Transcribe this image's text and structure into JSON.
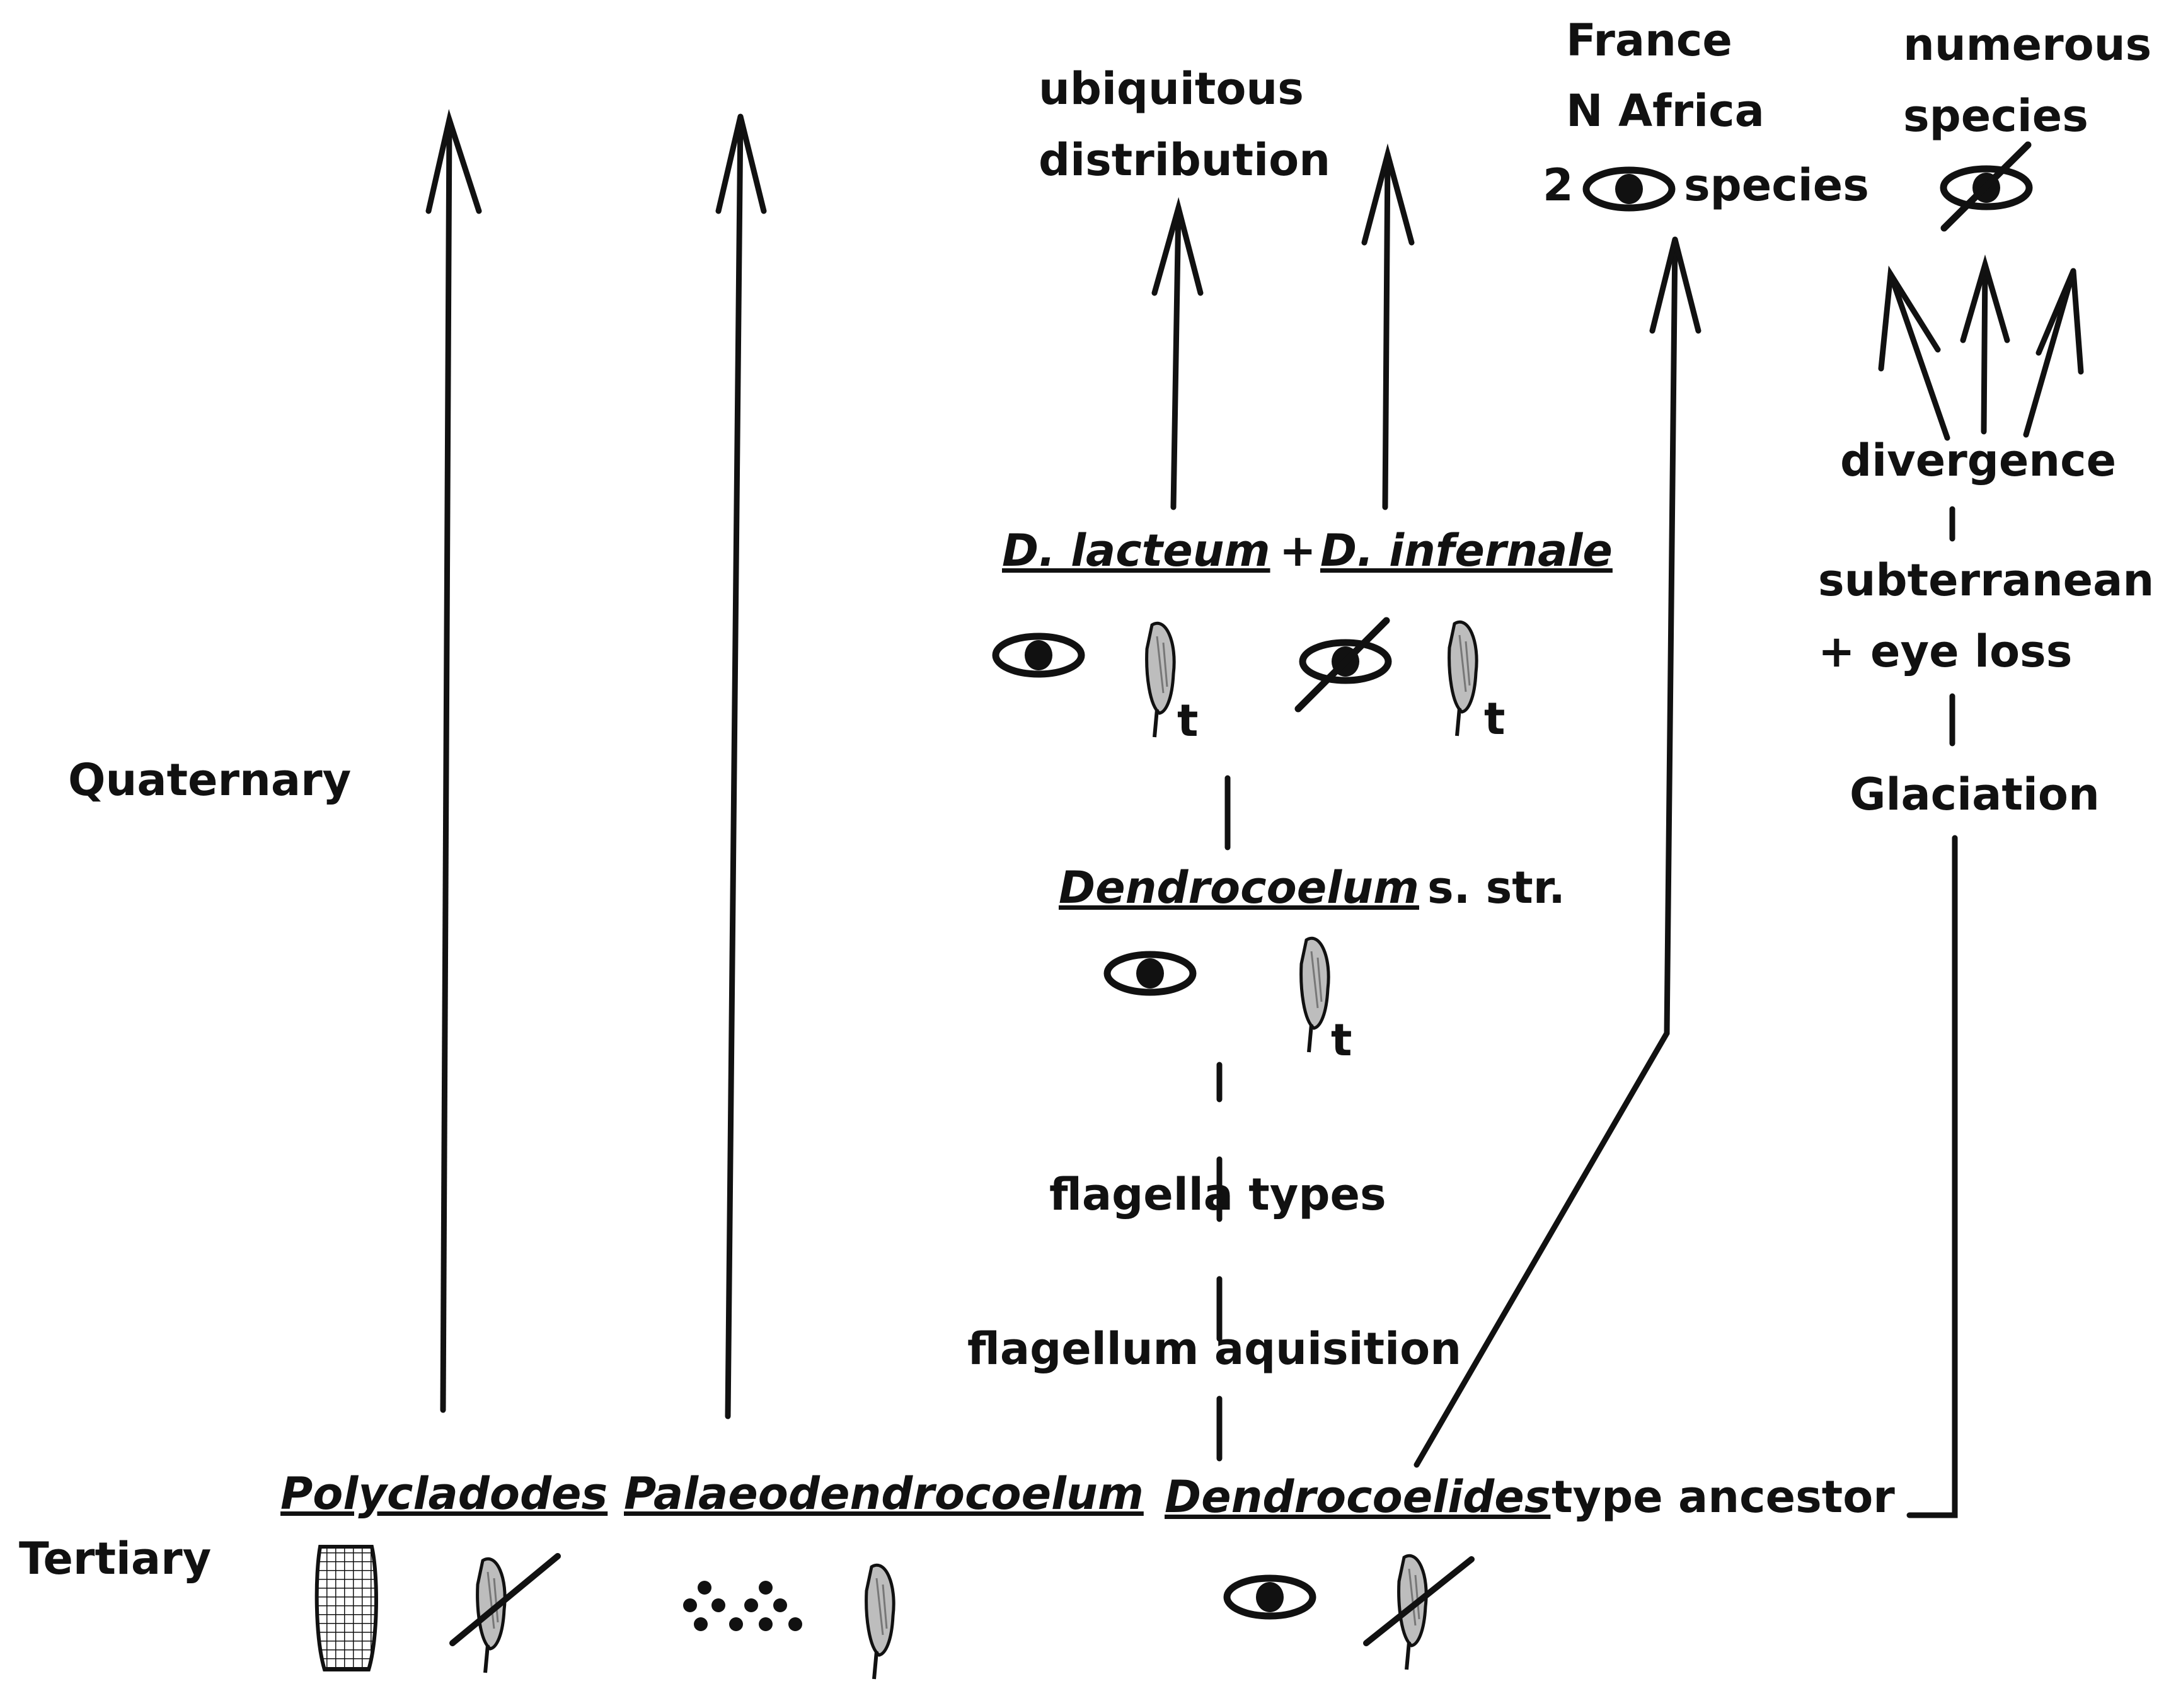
{
  "era": {
    "quaternary": "Quaternary",
    "tertiary": "Tertiary"
  },
  "genera": {
    "polycladodes": "Polycladodes",
    "palaeodendrocoelum": "Palaeodendrocoelum",
    "dendrocoelides": "Dendrocoelides",
    "dendrocoelides_suffix": "type ancestor",
    "dendrocoelum": "Dendrocoelum",
    "dendrocoelum_suffix": "s. str.",
    "d_lacteum": "D. lacteum",
    "plus": "+",
    "d_infernale": "D. infernale"
  },
  "events": {
    "flagellum_aquisition": "flagellum aquisition",
    "flagella_types": "flagella types",
    "glaciation": "Glaciation",
    "subterranean": "subterranean",
    "eye_loss": "+ eye loss",
    "divergence": "divergence"
  },
  "outcomes": {
    "ubiquitous_1": "ubiquitous",
    "ubiquitous_2": "distribution",
    "france": "France",
    "n_africa": "N Africa",
    "two": "2",
    "species": "species",
    "numerous": "numerous",
    "numerous_species": "species"
  },
  "flagellum_mark": "t",
  "icons": [
    "eye-icon",
    "eye-crossed-icon",
    "flagellum-icon",
    "flagellum-crossed-icon",
    "glandular-network-icon",
    "dot-cluster-icon"
  ],
  "colors": {
    "ink": "#111111",
    "flagellum_fill": "#bdbdbd"
  }
}
